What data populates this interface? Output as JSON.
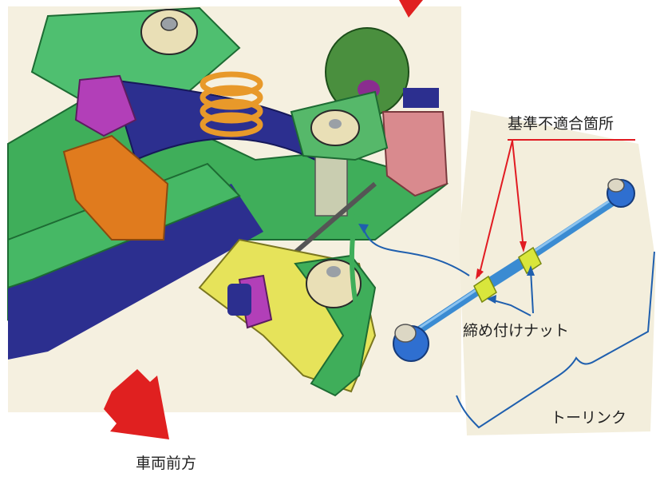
{
  "labels": {
    "nonconforming_location": "基準不適合箇所",
    "tightening_nut": "締め付けナット",
    "toe_link": "トーリンク",
    "vehicle_front": "車両前方"
  },
  "colors": {
    "frame_green": "#3fae5a",
    "arm_navy": "#2c2f8f",
    "spring_orange": "#e8992a",
    "bracket_orange": "#e07b1e",
    "bushing_purple": "#b23fb8",
    "control_arm_yellow": "#e6e35a",
    "caliper_pink": "#d98a8e",
    "rod_blue": "#3a8bd2",
    "nut_yellow": "#d9e63c",
    "callout_red": "#e11b22",
    "callout_blue": "#1f5fae",
    "arrow_red": "#e02020"
  },
  "icons": {
    "front_arrow": "arrow-down-right-icon"
  }
}
